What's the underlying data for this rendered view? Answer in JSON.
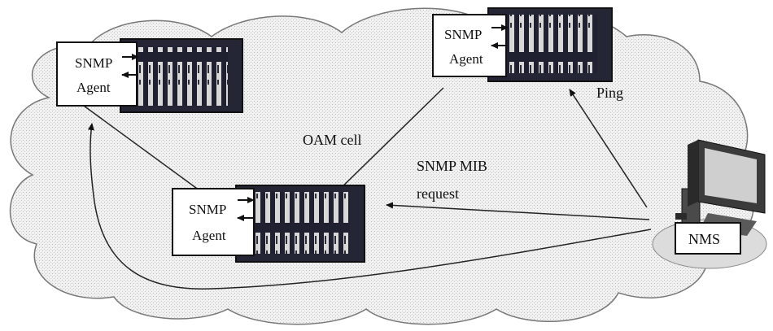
{
  "agents": [
    {
      "line1": "SNMP",
      "line2": "Agent"
    },
    {
      "line1": "SNMP",
      "line2": "Agent"
    },
    {
      "line1": "SNMP",
      "line2": "Agent"
    }
  ],
  "labels": {
    "oam_cell": "OAM cell",
    "snmp_mib_line1": "SNMP MIB",
    "snmp_mib_line2": "request",
    "ping": "Ping",
    "nms": "NMS"
  }
}
